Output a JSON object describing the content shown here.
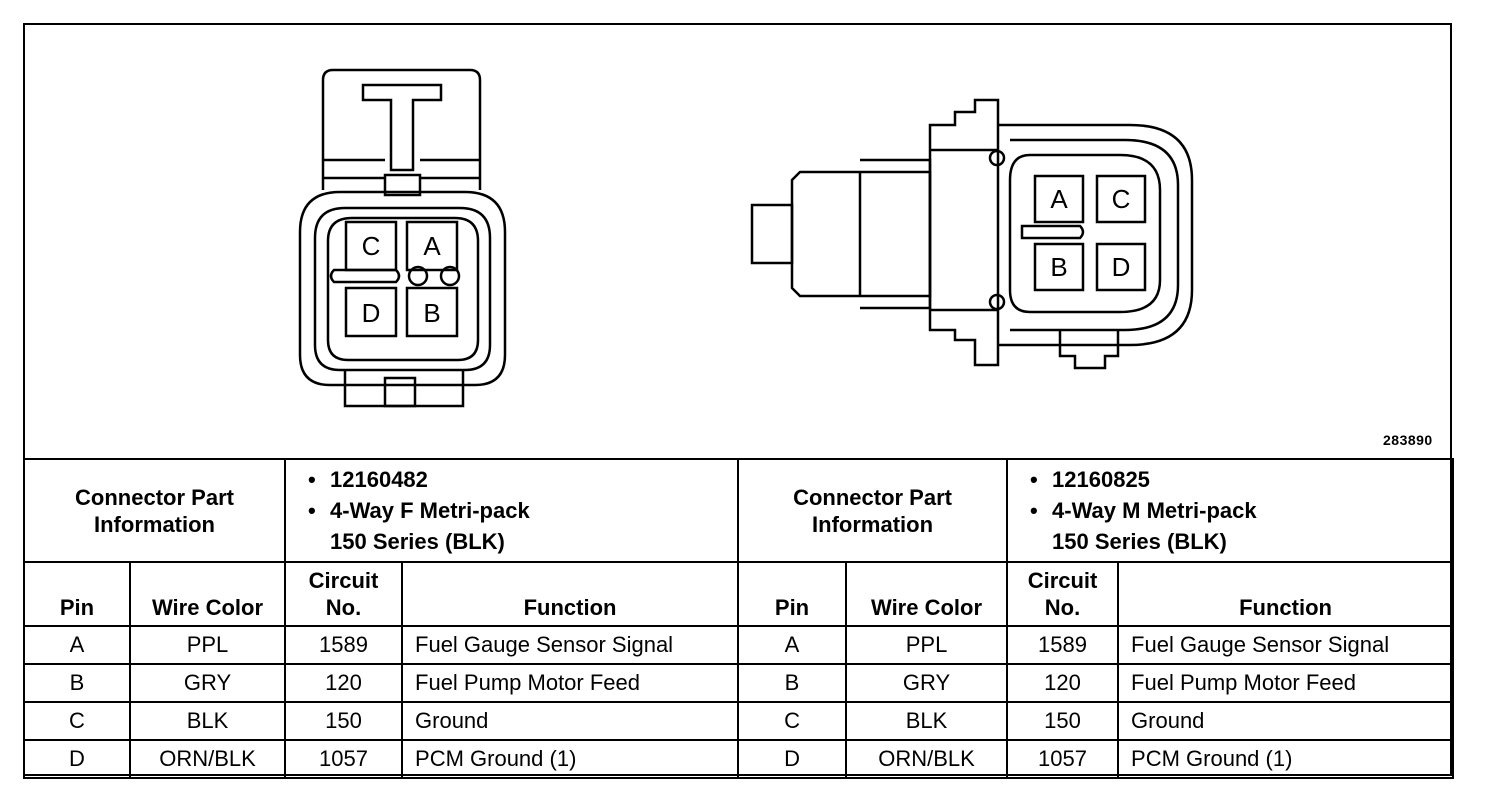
{
  "figure_number": "283890",
  "left_connector": {
    "pin_labels": [
      "C",
      "A",
      "D",
      "B"
    ],
    "info_label": "Connector Part Information",
    "part_number": "12160482",
    "description_line1": "4-Way F Metri-pack",
    "description_line2": "150 Series (BLK)"
  },
  "right_connector": {
    "pin_labels": [
      "A",
      "C",
      "B",
      "D"
    ],
    "info_label": "Connector Part Information",
    "part_number": "12160825",
    "description_line1": "4-Way M Metri-pack",
    "description_line2": "150 Series (BLK)"
  },
  "columns": {
    "pin": "Pin",
    "wire_color": "Wire Color",
    "circuit_line1": "Circuit",
    "circuit_line2": "No.",
    "function": "Function"
  },
  "left_rows": [
    {
      "pin": "A",
      "wire": "PPL",
      "circuit": "1589",
      "function": "Fuel Gauge Sensor Signal"
    },
    {
      "pin": "B",
      "wire": "GRY",
      "circuit": "120",
      "function": "Fuel Pump Motor Feed"
    },
    {
      "pin": "C",
      "wire": "BLK",
      "circuit": "150",
      "function": "Ground"
    },
    {
      "pin": "D",
      "wire": "ORN/BLK",
      "circuit": "1057",
      "function": "PCM Ground (1)"
    }
  ],
  "right_rows": [
    {
      "pin": "A",
      "wire": "PPL",
      "circuit": "1589",
      "function": "Fuel Gauge Sensor Signal"
    },
    {
      "pin": "B",
      "wire": "GRY",
      "circuit": "120",
      "function": "Fuel Pump Motor Feed"
    },
    {
      "pin": "C",
      "wire": "BLK",
      "circuit": "150",
      "function": "Ground"
    },
    {
      "pin": "D",
      "wire": "ORN/BLK",
      "circuit": "1057",
      "function": "PCM Ground (1)"
    }
  ]
}
